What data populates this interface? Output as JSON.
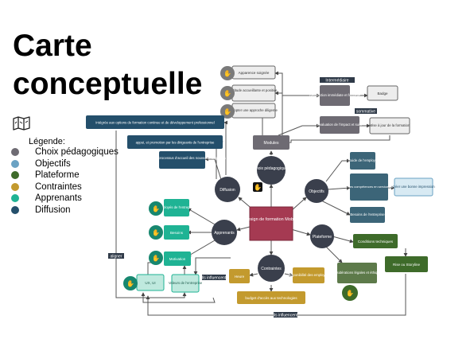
{
  "title_line1": "Carte",
  "title_line2": "conceptuelle",
  "legend": {
    "label": "Légende:",
    "items": [
      {
        "label": "Choix pédagogiques",
        "color": "#6e6b73"
      },
      {
        "label": "Objectifs",
        "color": "#6aa2c3"
      },
      {
        "label": "Plateforme",
        "color": "#3e6b2a"
      },
      {
        "label": "Contraintes",
        "color": "#c39a2e"
      },
      {
        "label": "Apprenants",
        "color": "#1fb394"
      },
      {
        "label": "Diffusion",
        "color": "#244f6b"
      }
    ]
  },
  "nodes": {
    "center": "Design de formation Mobile",
    "choix": "Choix pédagogiques",
    "diffusion": "Diffusion",
    "objectifs": "Objectifs",
    "apprenants": "Apprenants",
    "plateforme": "Plateforme",
    "contraintes": "Contraintes",
    "modules": "Modules",
    "apparence": "Apparence soignée",
    "attitude": "Attitude accueillante et positive",
    "adopter": "Adopter une approche diligente",
    "retroaction": "Rétroaction immédiate et formelle",
    "badge": "Badge",
    "evaluation": "Évaluation de l'impact et suivi",
    "maj": "Mise à jour de la formation",
    "guide": "Guide de l'employé",
    "amelioration": "Amélioration des compétences en services à la clientèle",
    "creer": "créer une bonne impression",
    "besoins": "Besoins de l'entreprise",
    "conditions": "Conditions techniques",
    "rise": "Rise ou Storyline",
    "considerations": "considérations légales et éthiques",
    "integree1": "Intégrée aux options de formation continue et de développement professionnel",
    "appui": "appui, et promotion par les dirigeants de l'entreprise",
    "integree2": "Intégrée aux processus d'accueil des nouveaux employés",
    "employes": "Employés de l'entreprise",
    "besoins_app": "Besoins",
    "motivation": "Motivation",
    "ux": "UX, UI",
    "valeurs": "Valeurs de l'entreprise",
    "heure": "Heure",
    "disponibilite": "disponibilité des employés",
    "budget": "budget d'accès aux technologies"
  },
  "edge_labels": {
    "intermediaire": "Intermédiaire",
    "sommative": "sommative",
    "aligner": "aligner",
    "influence1": "Ils influencent",
    "influence2": "ils influencent"
  }
}
